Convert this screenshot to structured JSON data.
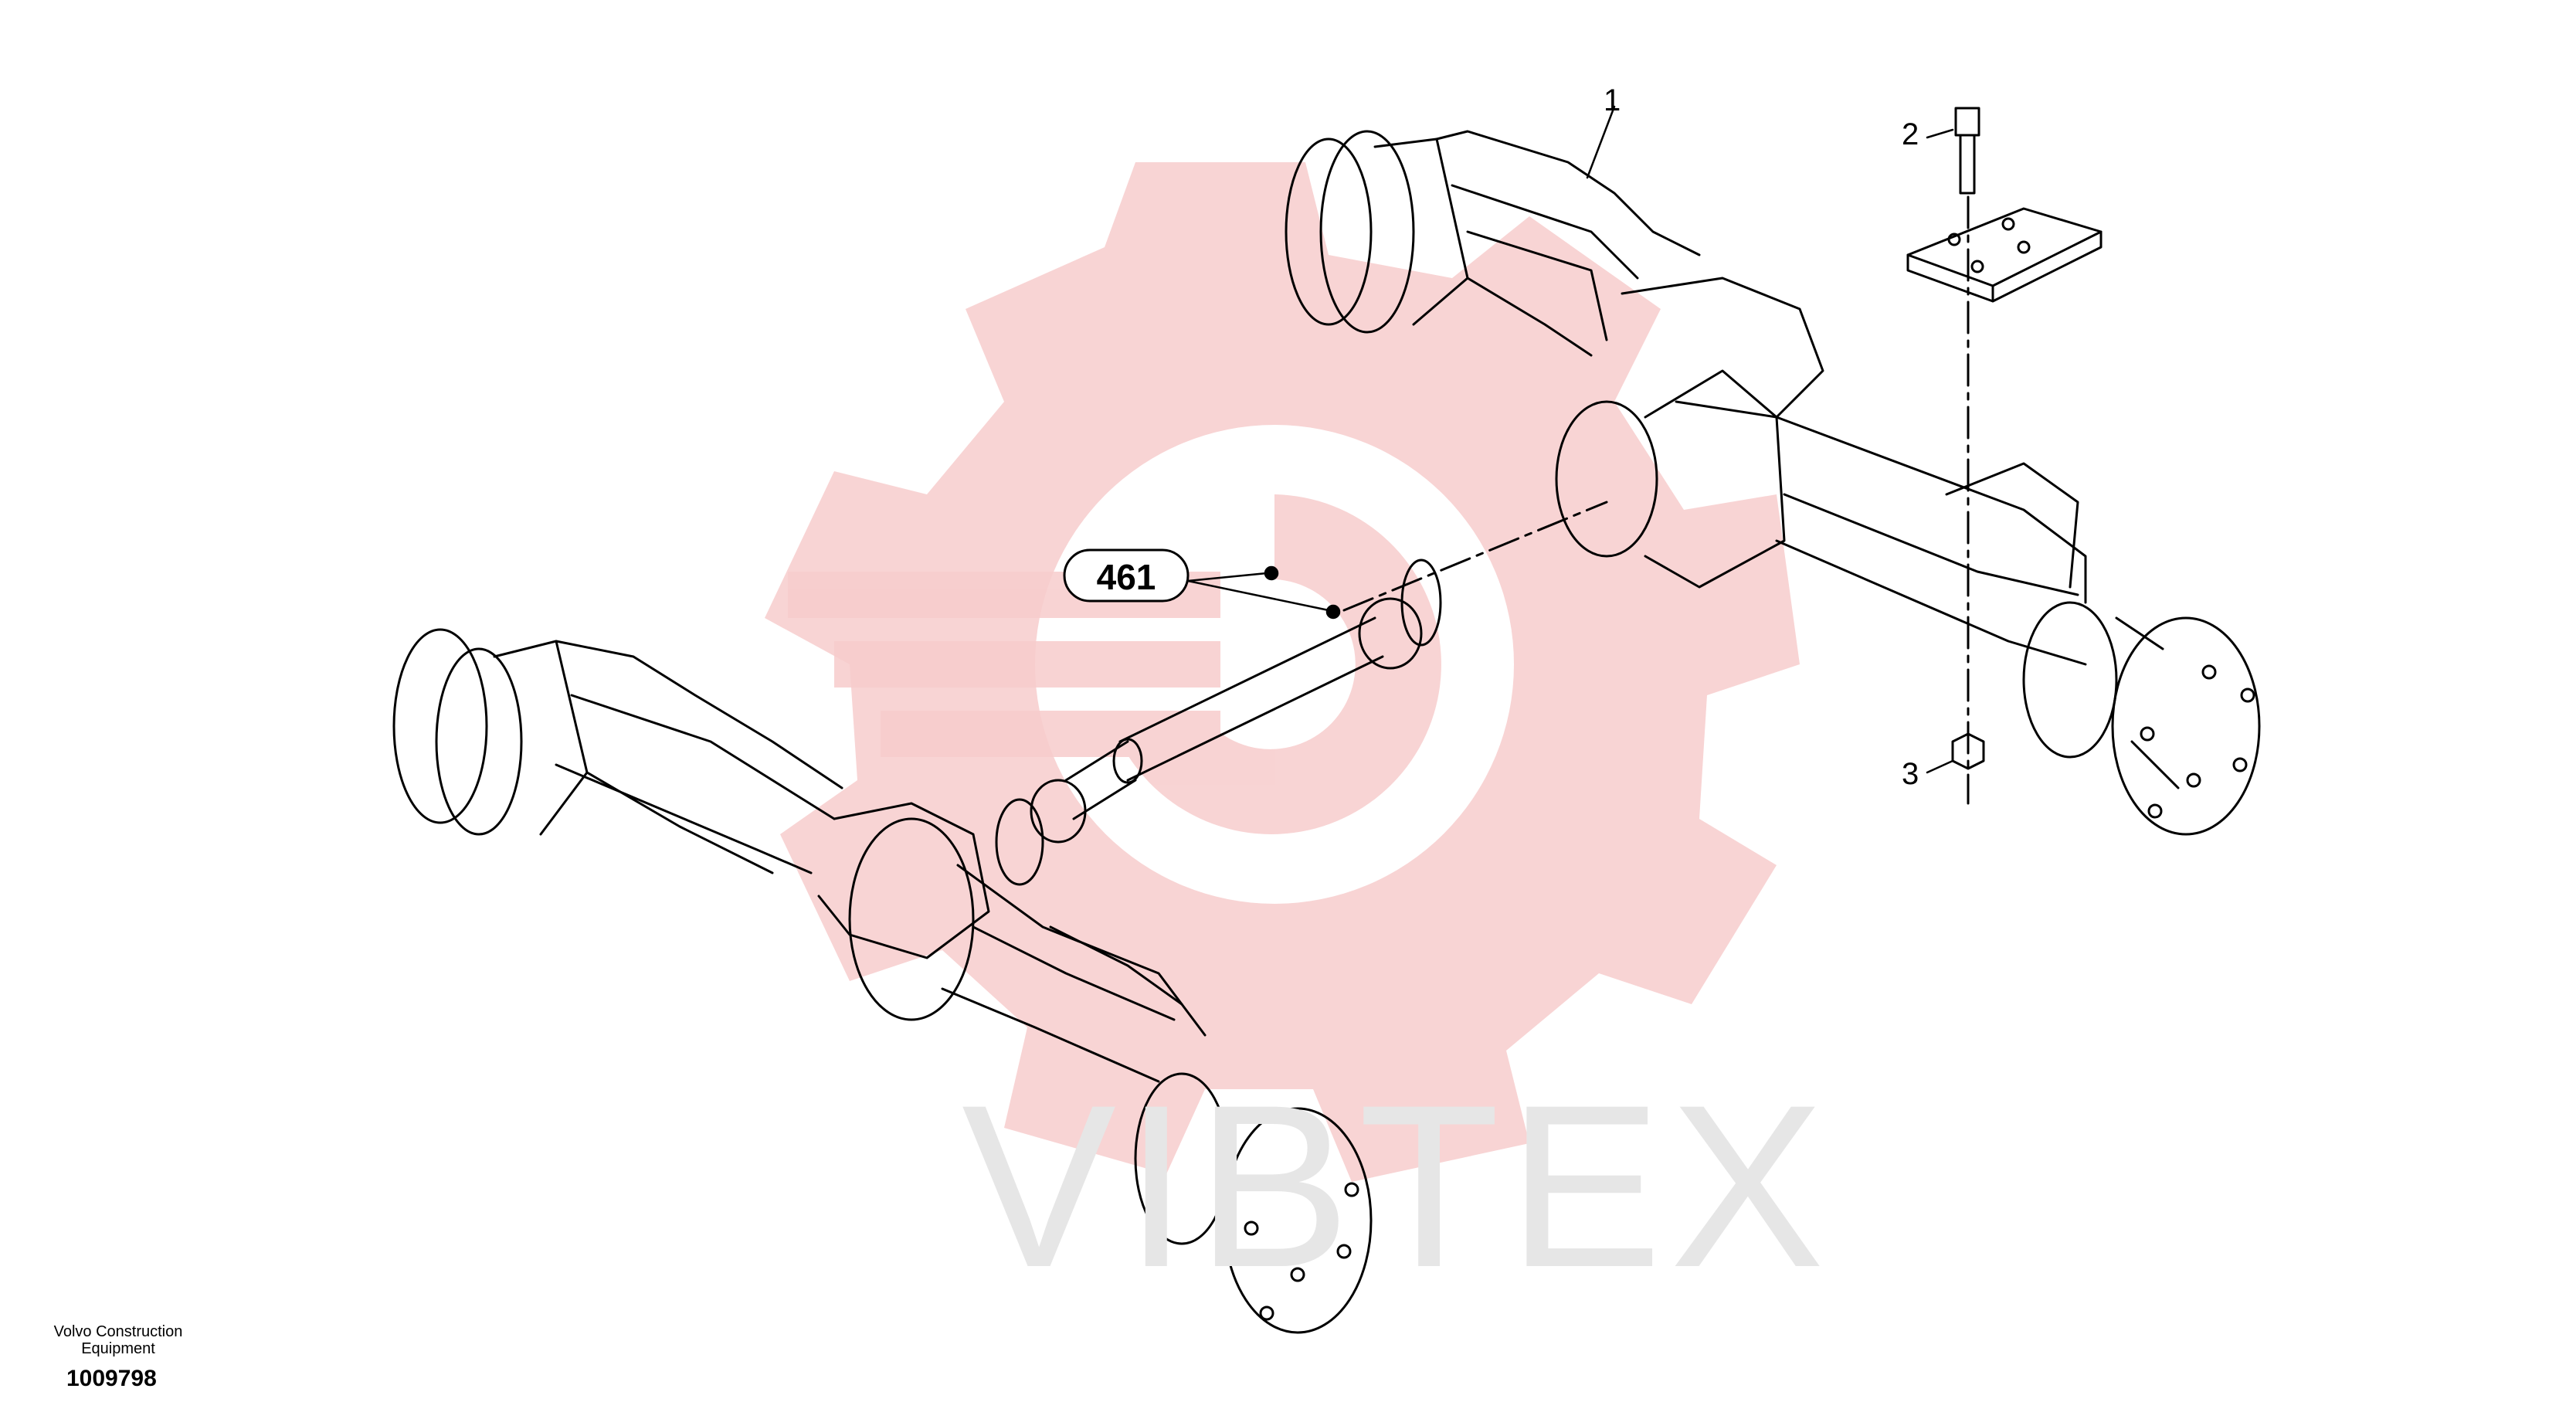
{
  "watermark": {
    "text": "VIBTEX",
    "color": "#f4c6c6"
  },
  "badge": {
    "label": "461"
  },
  "callouts": {
    "axle": "1",
    "bolt": "2",
    "nut": "3"
  },
  "footer": {
    "company_line1": "Volvo Construction",
    "company_line2": "Equipment",
    "code": "1009798"
  }
}
